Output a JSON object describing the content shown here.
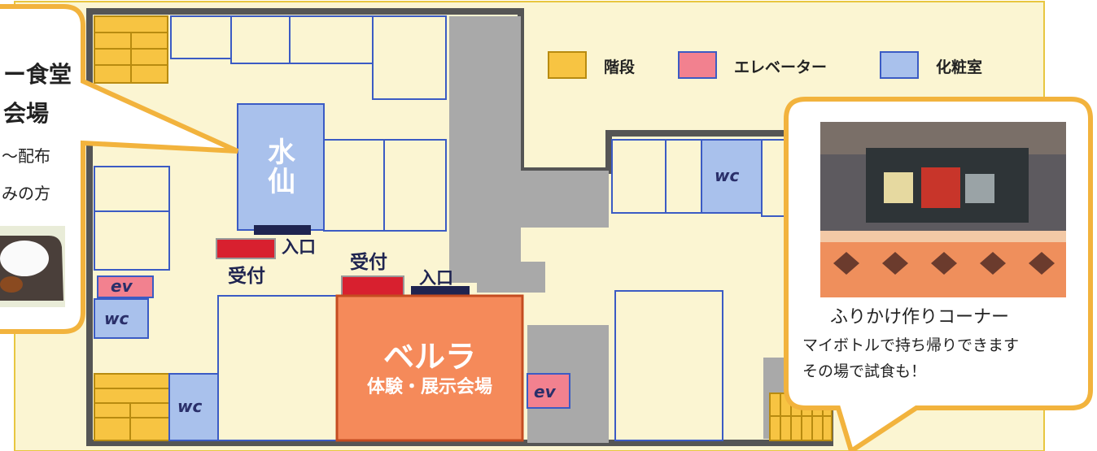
{
  "colors": {
    "floor": "#fbf5d2",
    "floor_border": "#e8c640",
    "wall": "#555555",
    "corridor": "#a9a9a9",
    "room_border": "#3b5bc4",
    "stairs": "#f7c442",
    "elevator": "#f2818f",
    "restroom": "#a9c1ec",
    "hall": "#f58a5a",
    "reception": "#d8202f",
    "entrance": "#1f2450",
    "callout_border": "#f2b33d"
  },
  "legend": {
    "stairs": "階段",
    "elevator": "エレベーター",
    "restroom": "化粧室"
  },
  "rooms": {
    "suisen": "水仙",
    "berura_title": "ベルラ",
    "berura_subtitle": "体験・展示会場"
  },
  "labels": {
    "wc": "wc",
    "ev": "ev",
    "entrance": "入口",
    "reception": "受付"
  },
  "left_callout": {
    "line1": "ー食堂",
    "line2": "会場",
    "line3": "〜配布",
    "line4": "みの方"
  },
  "right_callout": {
    "photo_caption": "ふりかけ作りコーナー",
    "line1": "マイボトルで持ち帰りできます",
    "line2": "その場で試食も！"
  }
}
